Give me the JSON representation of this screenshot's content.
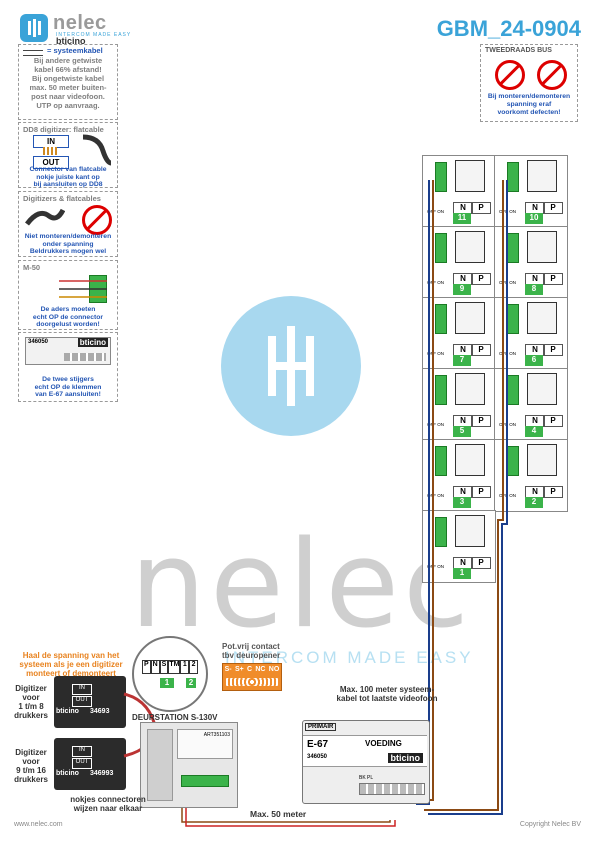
{
  "header": {
    "brand": "nelec",
    "tagline": "INTERCOM MADE EASY",
    "partner": "bticino",
    "doc_code": "GBM_24-0904"
  },
  "panels": {
    "cable": {
      "legend": "= systeemkabel",
      "lines": [
        "Bij andere getwiste",
        "kabel 66% afstand!",
        "Bij ongetwiste kabel",
        "max. 50 meter buiten-",
        "post naar videofoon.",
        "UTP op aanvraag."
      ]
    },
    "dd8": {
      "title": "DD8 digitizer: flatcable",
      "in": "IN",
      "out": "OUT",
      "lines": [
        "Connector van flatcable",
        "nokje juiste kant op",
        "bij aansluiten op DD8"
      ]
    },
    "digitizers": {
      "title": "Digitizers & flatcables",
      "lines": [
        "Niet monteren/demonteren",
        "onder spanning",
        "Beldrukkers mogen wel"
      ]
    },
    "m50": {
      "title": "M-50",
      "lines": [
        "De aders moeten",
        "echt OP de connector",
        "doorgelust worden!"
      ]
    },
    "e67": {
      "code": "346050",
      "brand": "bticino",
      "lines": [
        "De twee stijgers",
        "echt OP de klemmen",
        "van E-67 aansluiten!"
      ]
    },
    "bus": {
      "title": "TWEEDRAADS BUS",
      "lines": [
        "Bij monteren/demonteren",
        "spanning eraf",
        "voorkomt defecten!"
      ]
    }
  },
  "units": [
    {
      "num": "11"
    },
    {
      "num": "10"
    },
    {
      "num": "9"
    },
    {
      "num": "8"
    },
    {
      "num": "7"
    },
    {
      "num": "6"
    },
    {
      "num": "5"
    },
    {
      "num": "4"
    },
    {
      "num": "3"
    },
    {
      "num": "2"
    },
    {
      "num": "1"
    }
  ],
  "unit_labels": {
    "n": "N",
    "p": "P",
    "off_on": "OFF ON"
  },
  "door": {
    "warning": [
      "Haal de spanning van het",
      "systeem als je een digitizer",
      "monteert of demonteert"
    ],
    "terminal_labels": [
      "P",
      "N",
      "S",
      "TM",
      "1",
      "2"
    ],
    "terminal_cells": [
      "1",
      "2"
    ],
    "contact_title": [
      "Pot.vrij contact",
      "tbv deuropener"
    ],
    "contact_terms": [
      "S-",
      "S+",
      "C",
      "NC",
      "NO"
    ],
    "digitizer1": {
      "label": [
        "Digitizer",
        "voor",
        "1 t/m 8",
        "drukkers"
      ],
      "code": "34693",
      "in": "IN",
      "out": "OUT",
      "brand": "bticino"
    },
    "digitizer2": {
      "label": [
        "Digitizer",
        "voor",
        "9 t/m 16",
        "drukkers"
      ],
      "code": "346993",
      "in": "IN",
      "out": "OUT",
      "brand": "bticino"
    },
    "station": "DEURSTATION S-130V",
    "station_code": "ART351103",
    "note": [
      "nokjes connectoren",
      "wijzen naar elkaar"
    ],
    "distance": "Max. 50 meter"
  },
  "psu": {
    "max_note": [
      "Max. 100 meter systeem-",
      "kabel tot laatste videofoon"
    ],
    "primair": "PRIMAIR",
    "model": "E-67",
    "voeding": "VOEDING",
    "code": "346050",
    "brand": "bticino",
    "term_top": "BK PL"
  },
  "footer": {
    "left": "www.nelec.com",
    "right": "Copyright Nelec BV"
  },
  "colors": {
    "accent": "#3aa3d8",
    "warning_blue": "#2456b4",
    "orange": "#e8821e",
    "green": "#3bb34a",
    "red": "#d00000"
  }
}
